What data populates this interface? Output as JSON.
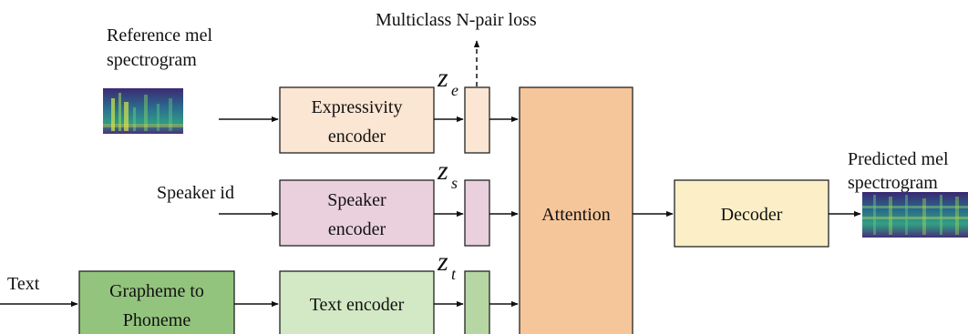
{
  "labels": {
    "reference": [
      "Reference mel",
      "spectrogram"
    ],
    "loss": "Multiclass N-pair loss",
    "speaker_id": "Speaker id",
    "text_in": "Text",
    "predicted": [
      "Predicted mel",
      "spectrogram"
    ]
  },
  "blocks": {
    "expressivity": [
      "Expressivity",
      "encoder"
    ],
    "speaker": [
      "Speaker",
      "encoder"
    ],
    "g2p": [
      "Grapheme to",
      "Phoneme"
    ],
    "text_encoder": "Text encoder",
    "attention": "Attention",
    "decoder": "Decoder"
  },
  "embeddings": {
    "ze": {
      "base": "z",
      "sub": "e"
    },
    "zs": {
      "base": "z",
      "sub": "s"
    },
    "zt": {
      "base": "z",
      "sub": "t"
    }
  },
  "colors": {
    "expressivity": "#fbe5d3",
    "expressivity_vec": "#fbe5d3",
    "speaker": "#e9d0dc",
    "speaker_vec": "#e9d0dc",
    "g2p": "#93c47d",
    "text_encoder": "#d3e8c4",
    "text_vec": "#b6d7a4",
    "attention": "#f6c69b",
    "decoder": "#fcefc7"
  }
}
